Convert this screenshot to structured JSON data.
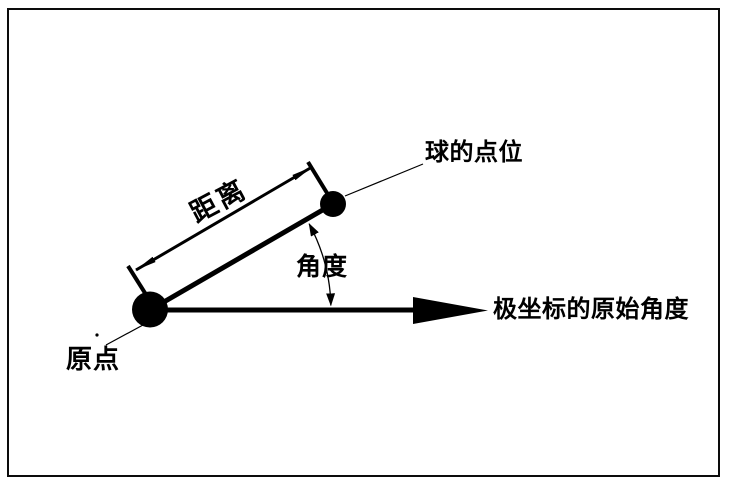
{
  "diagram": {
    "labels": {
      "distance": "距离",
      "angle": "角度",
      "ball_point": "球的点位",
      "origin_point": "原点",
      "polar_axis": "极坐标的原始角度"
    },
    "colors": {
      "ink": "#000000",
      "background": "#ffffff"
    }
  }
}
